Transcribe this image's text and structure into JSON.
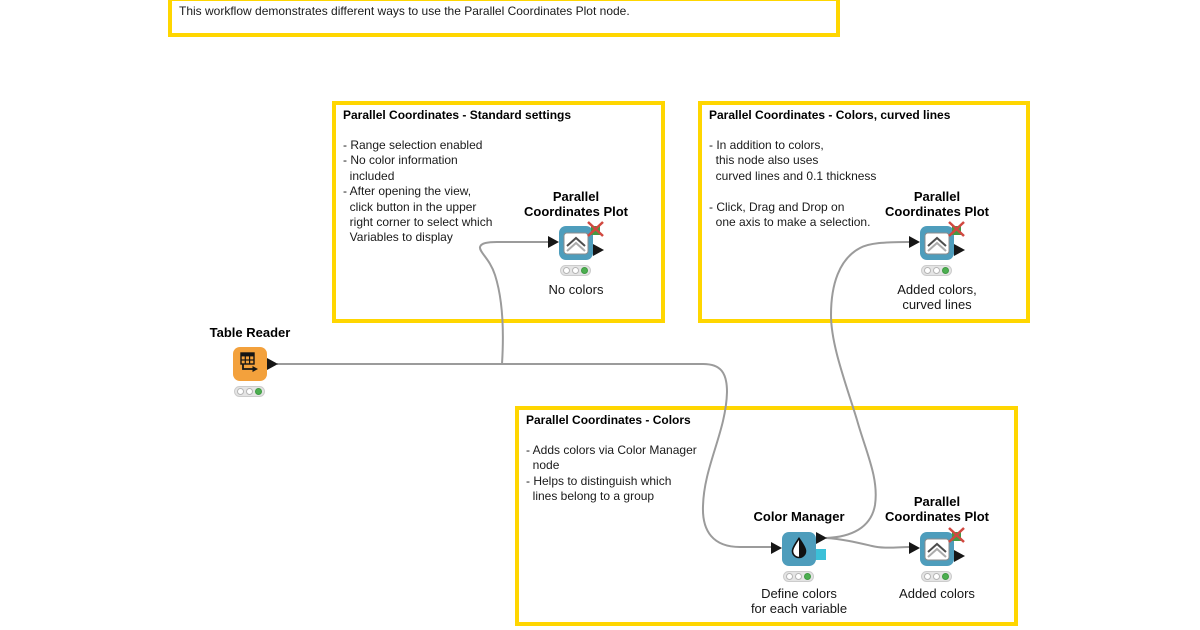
{
  "banner": {
    "text": "This workflow demonstrates different ways to use the Parallel Coordinates Plot node."
  },
  "annotations": [
    {
      "title": "Parallel Coordinates - Standard settings",
      "lines": [
        "- Range selection enabled",
        "- No color information",
        "  included",
        "- After opening the view,",
        "  click button in the upper",
        "  right corner to select which",
        "  Variables to display"
      ]
    },
    {
      "title": "Parallel Coordinates - Colors, curved lines",
      "lines": [
        "- In addition to colors,",
        "  this node also uses",
        "  curved lines and 0.1 thickness",
        " ",
        "- Click, Drag and Drop on",
        "  one axis to make a selection."
      ]
    },
    {
      "title": "Parallel Coordinates - Colors",
      "lines": [
        "- Adds colors via Color Manager",
        "  node",
        "- Helps to distinguish which",
        "  lines belong to a group"
      ]
    }
  ],
  "nodes": {
    "table_reader": {
      "title": "Table Reader",
      "status_light": "green"
    },
    "plot_standard": {
      "title1": "Parallel",
      "title2": "Coordinates Plot",
      "label1": "No colors",
      "status_light": "green"
    },
    "plot_curved": {
      "title1": "Parallel",
      "title2": "Coordinates Plot",
      "label1": "Added colors,",
      "label2": "curved lines",
      "status_light": "green"
    },
    "color_manager": {
      "title1": "Color Manager",
      "label1": "Define colors",
      "label2": "for each variable",
      "status_light": "green"
    },
    "plot_colors": {
      "title1": "Parallel",
      "title2": "Coordinates Plot",
      "label1": "Added colors",
      "status_light": "green"
    }
  },
  "icons": {
    "table_reader": "table-with-arrow-icon",
    "parallel_plot": "chevron-line-chart-icon",
    "color_manager": "droplet-icon",
    "disabled_output": "red-x-icon",
    "status": "traffic-light-indicator"
  },
  "colors": {
    "annotation_border": "#FFD600",
    "reader_node": "#F3A13C",
    "view_node": "#4E9DBC",
    "model_port": "#3BC0D8",
    "status_green": "#4CAF50",
    "wire": "#9B9B9B",
    "port_black": "#161616",
    "disabled_x_red": "#D14840",
    "disabled_port_green": "#449944"
  }
}
